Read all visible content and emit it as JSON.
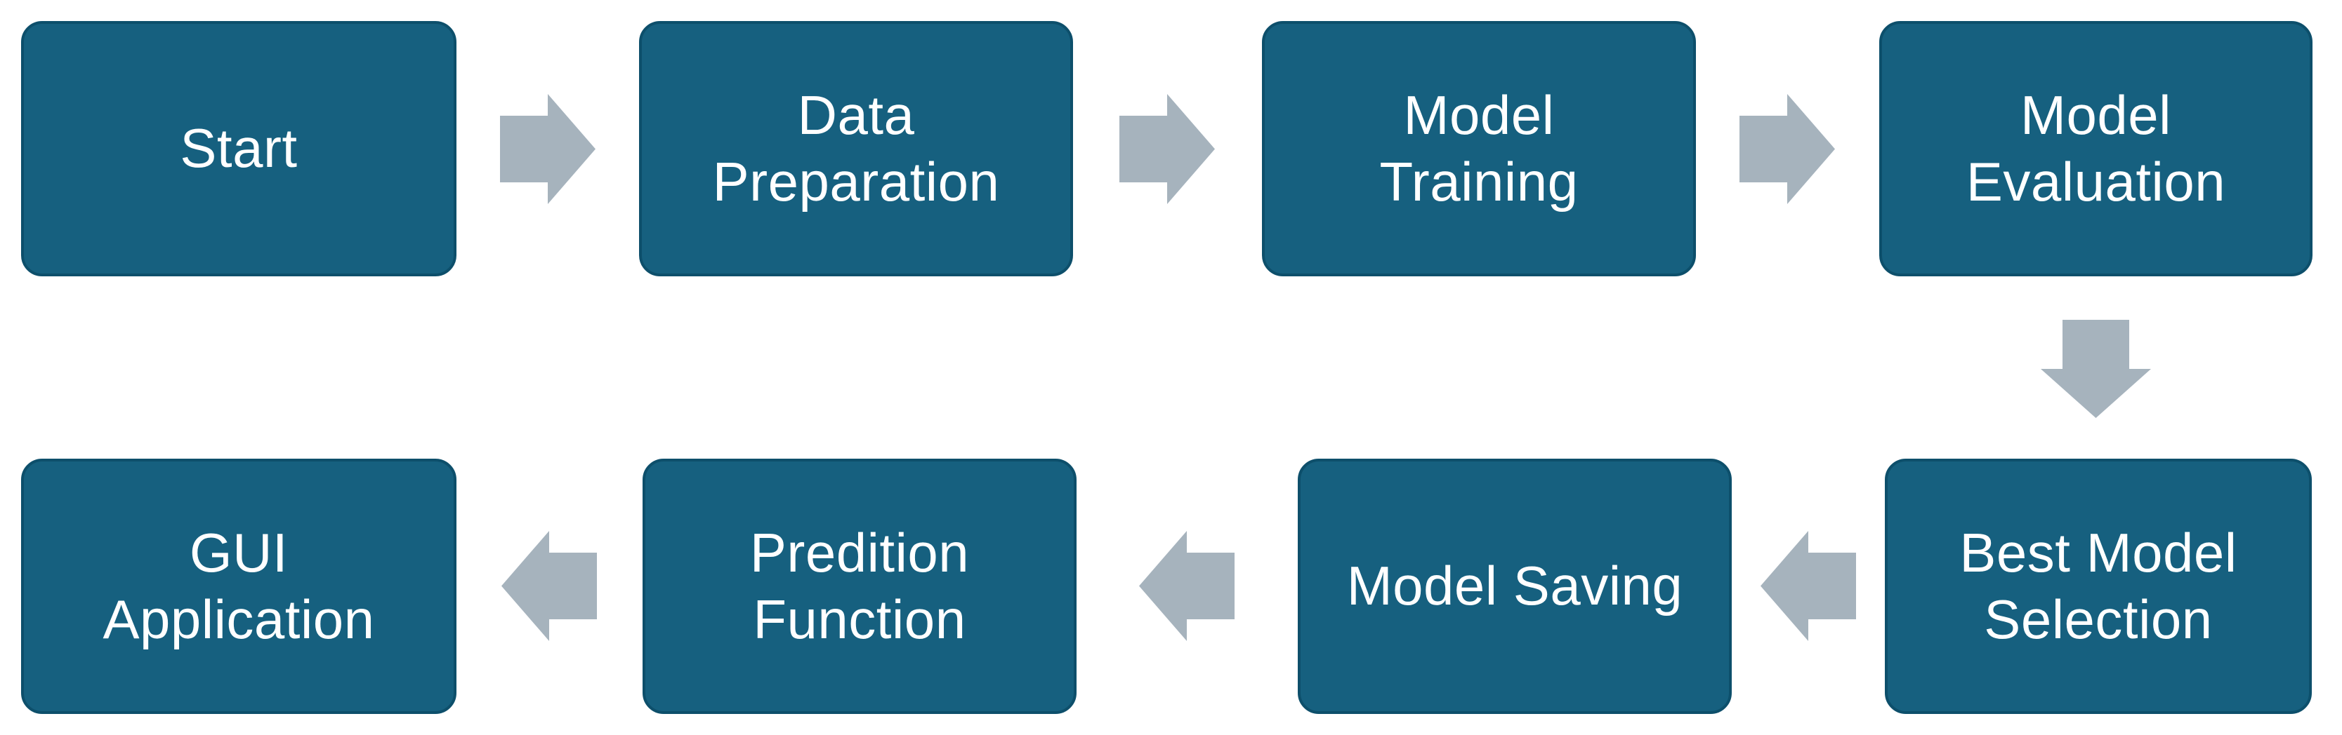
{
  "diagram": {
    "type": "flowchart",
    "description": "Machine learning workflow flowchart: top row flows left to right, a down arrow links the rows, bottom row flows right to left",
    "steps": [
      {
        "label": "Start"
      },
      {
        "label": "Data\nPreparation"
      },
      {
        "label": "Model\nTraining"
      },
      {
        "label": "Model\nEvaluation"
      },
      {
        "label": "Best Model\nSelection"
      },
      {
        "label": "Model Saving"
      },
      {
        "label": "Predition\nFunction"
      },
      {
        "label": "GUI\nApplication"
      }
    ],
    "connections": [
      {
        "from": "Start",
        "to": "Data Preparation",
        "direction": "right"
      },
      {
        "from": "Data Preparation",
        "to": "Model Training",
        "direction": "right"
      },
      {
        "from": "Model Training",
        "to": "Model Evaluation",
        "direction": "right"
      },
      {
        "from": "Model Evaluation",
        "to": "Best Model Selection",
        "direction": "down"
      },
      {
        "from": "Best Model Selection",
        "to": "Model Saving",
        "direction": "left"
      },
      {
        "from": "Model Saving",
        "to": "Predition Function",
        "direction": "left"
      },
      {
        "from": "Predition Function",
        "to": "GUI Application",
        "direction": "left"
      }
    ]
  },
  "colors": {
    "background": "#ffffff",
    "box-fill": "#16607f",
    "box-border": "#0d4f6b",
    "box-text": "#ffffff",
    "arrow": "#a6b3bd"
  }
}
